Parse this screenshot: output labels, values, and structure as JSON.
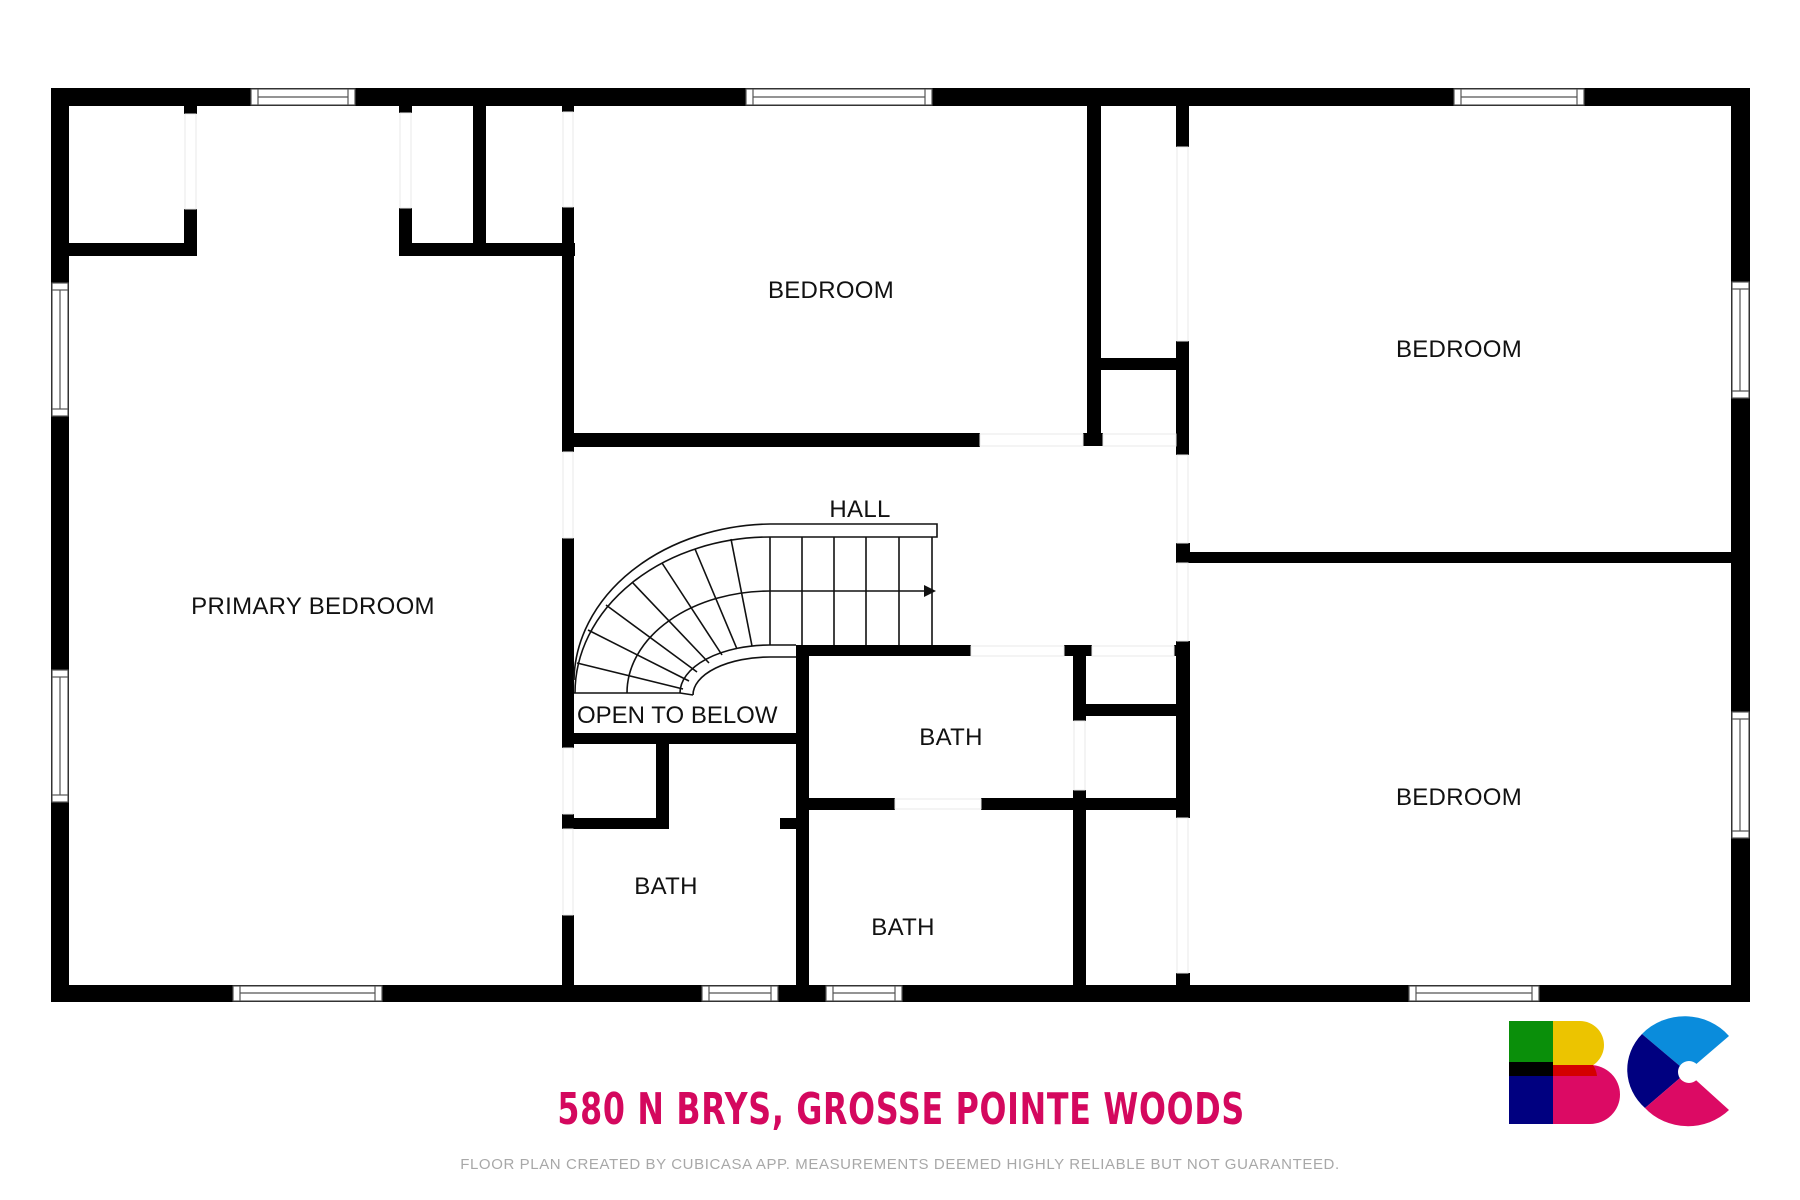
{
  "floor_plan": {
    "rooms": [
      {
        "id": "primary-bedroom",
        "label": "PRIMARY BEDROOM"
      },
      {
        "id": "bedroom-top-center",
        "label": "BEDROOM"
      },
      {
        "id": "bedroom-top-right",
        "label": "BEDROOM"
      },
      {
        "id": "bedroom-bottom-right",
        "label": "BEDROOM"
      },
      {
        "id": "hall",
        "label": "HALL"
      },
      {
        "id": "open-to-below",
        "label": "OPEN TO BELOW"
      },
      {
        "id": "bath-center",
        "label": "BATH"
      },
      {
        "id": "bath-left",
        "label": "BATH"
      },
      {
        "id": "bath-bottom",
        "label": "BATH"
      }
    ],
    "wall_color": "#000000",
    "background_color": "#ffffff"
  },
  "footer": {
    "address": "580 N BRYS, GROSSE POINTE WOODS",
    "disclaimer": "FLOOR PLAN CREATED BY CUBICASA APP. MEASUREMENTS DEEMED HIGHLY RELIABLE BUT NOT GUARANTEED.",
    "address_color": "#d4085e",
    "disclaimer_color": "#a8a8a8"
  },
  "logo": {
    "name": "BC logo",
    "colors": {
      "green": "#0a8f0a",
      "yellow": "#ecc400",
      "black": "#000000",
      "navy": "#000080",
      "pink": "#dc0a64",
      "red": "#d40000",
      "blue": "#0a8cdc"
    }
  }
}
